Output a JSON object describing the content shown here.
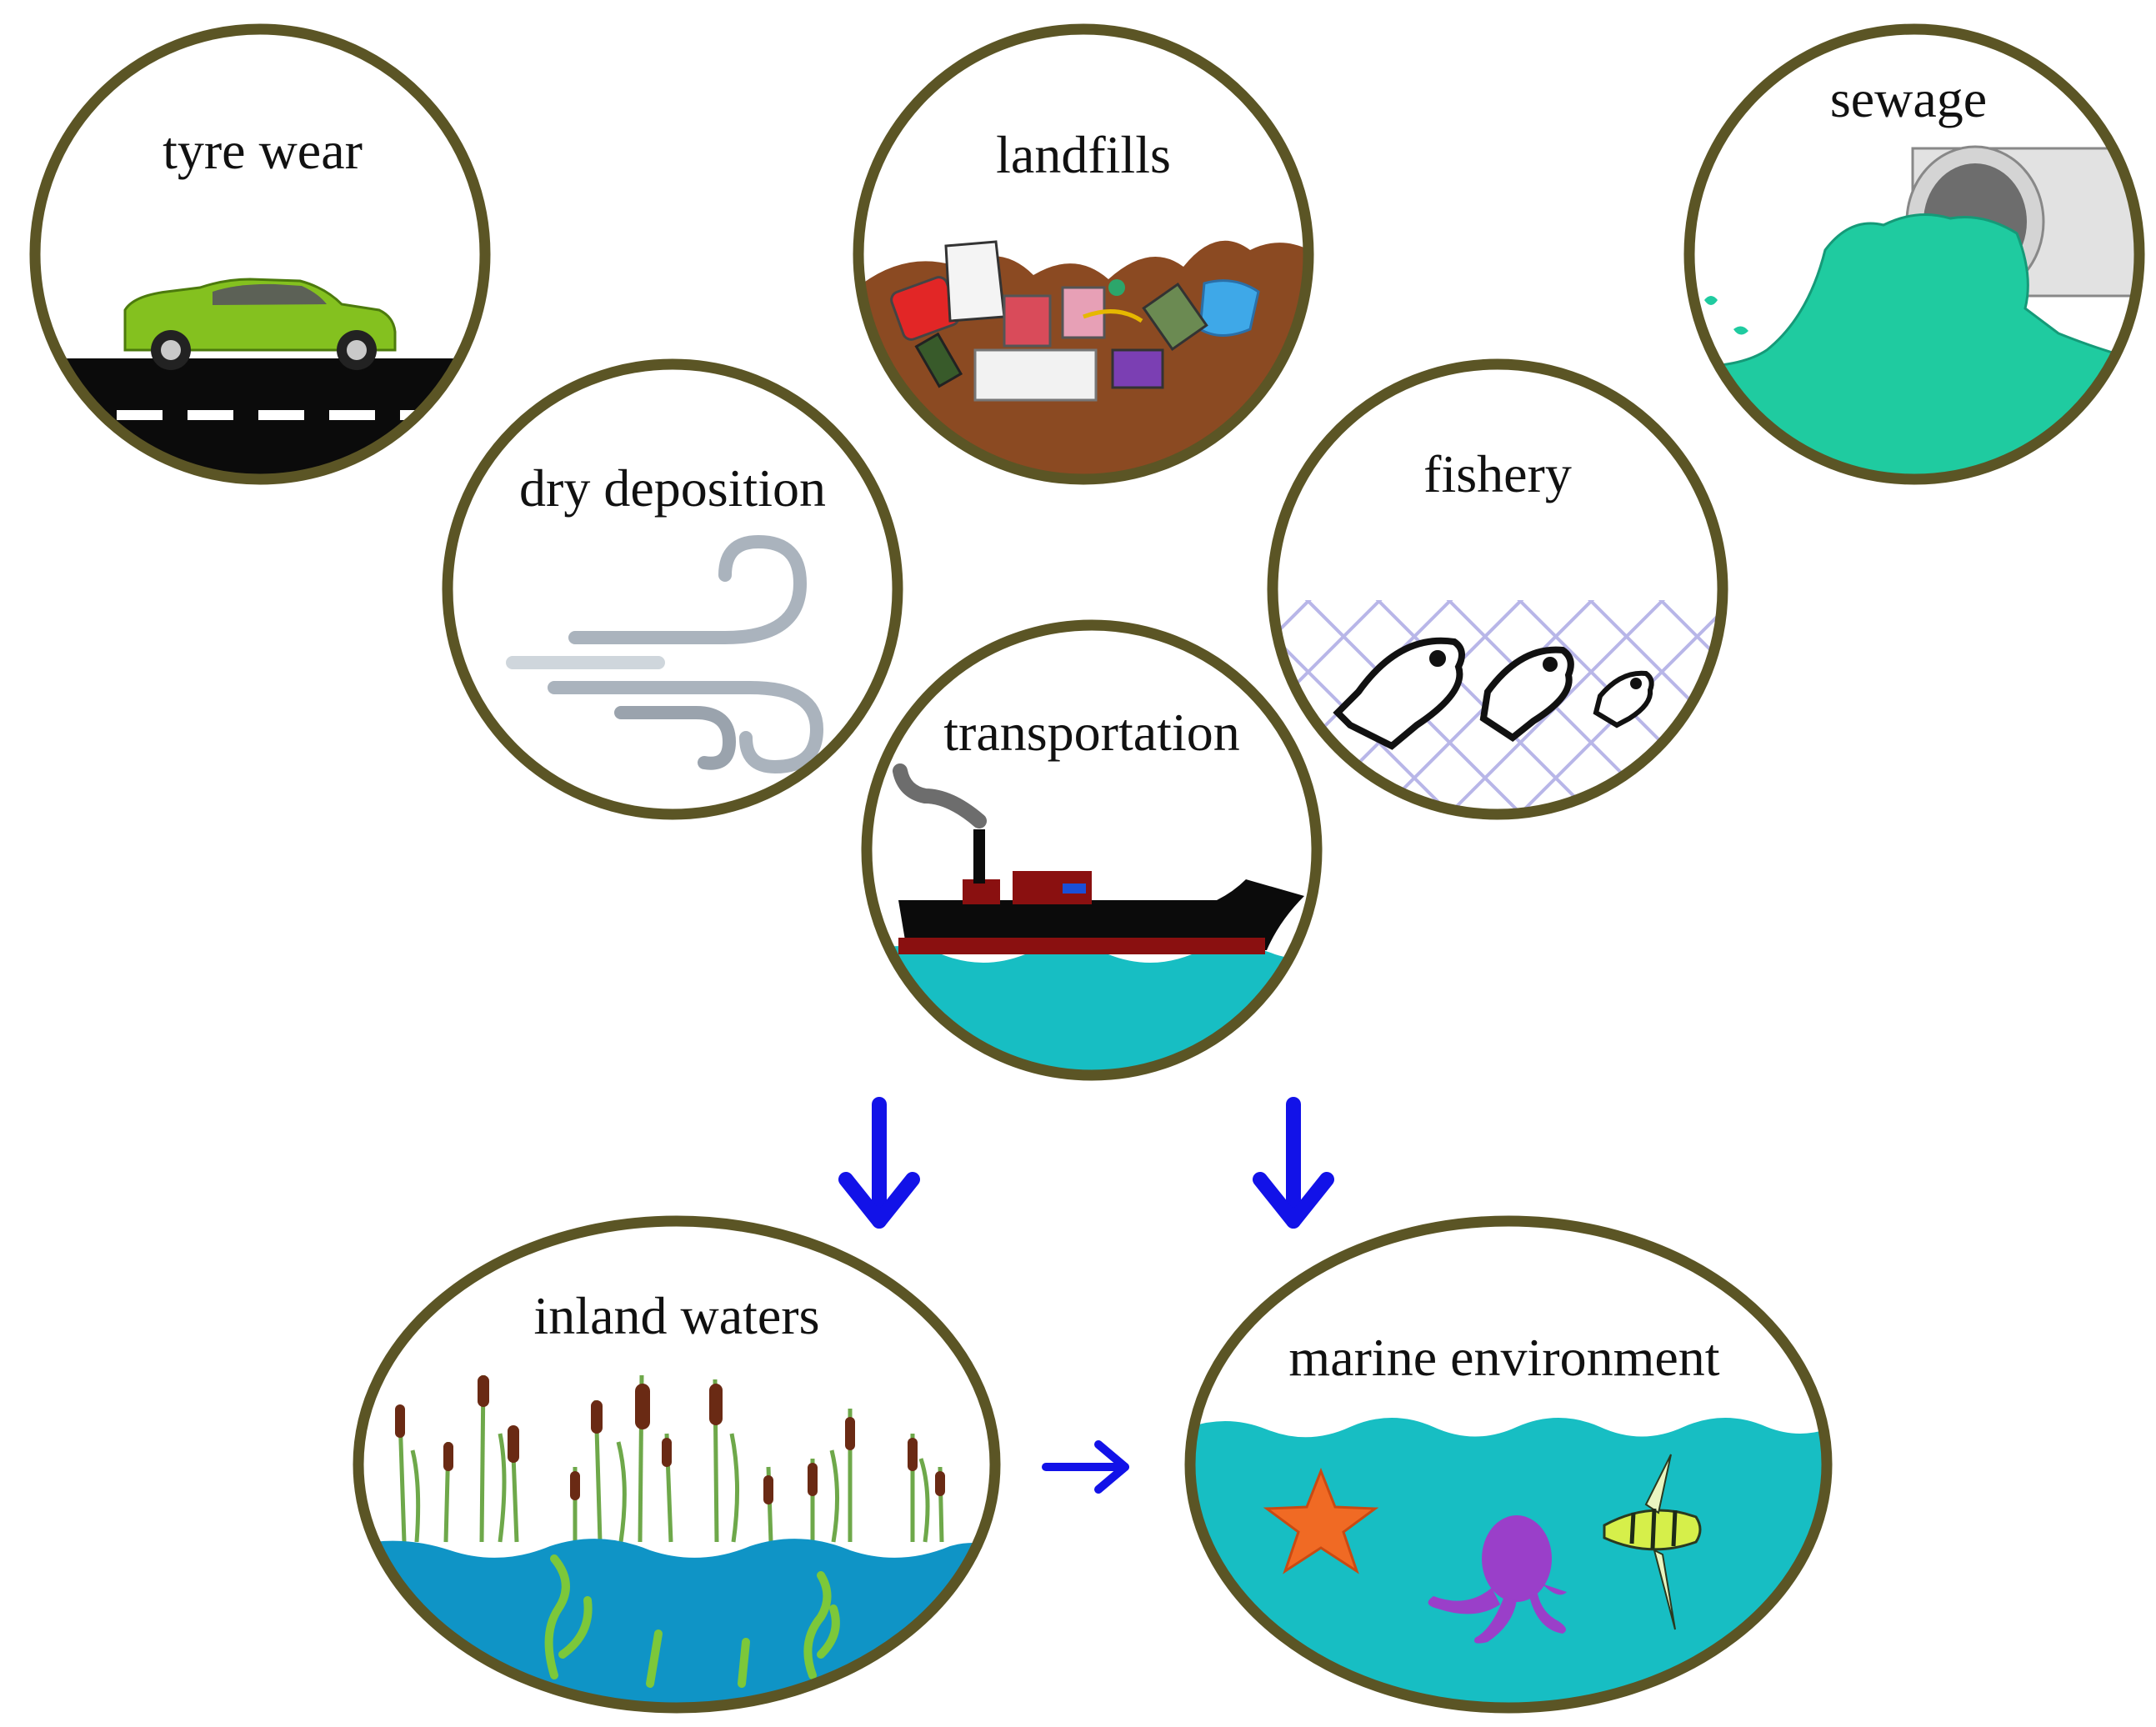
{
  "colors": {
    "ring": "#5b5525",
    "road": "#0b0b0b",
    "car": "#84c11f",
    "soil": "#8b4a22",
    "sewage": "#1fcba0",
    "sea": "#17bec3",
    "inland_water": "#0f94c6",
    "reed": "#6ea84a",
    "cattail": "#6a2a14",
    "arrow": "#1212e8",
    "wind": "#aab3bd",
    "net": "#b8b6e8"
  },
  "sources": {
    "tyre_wear": {
      "label": "tyre wear",
      "icon": "car-icon"
    },
    "landfills": {
      "label": "landfills",
      "icon": "garbage-pile-icon"
    },
    "sewage": {
      "label": "sewage",
      "icon": "pipe-outflow-icon"
    },
    "dry_deposition": {
      "label": "dry deposition",
      "icon": "wind-icon"
    },
    "fishery": {
      "label": "fishery",
      "icon": "fish-net-icon"
    },
    "transportation": {
      "label": "transportation",
      "icon": "ship-icon"
    }
  },
  "sinks": {
    "inland_waters": {
      "label": "inland waters",
      "icon": "cattail-icon"
    },
    "marine_environment": {
      "label": "marine environment",
      "icon": "sea-life-icon"
    }
  },
  "flows": [
    {
      "from": "transportation",
      "to": "inland_waters"
    },
    {
      "from": "transportation",
      "to": "marine_environment"
    },
    {
      "from": "inland_waters",
      "to": "marine_environment"
    }
  ]
}
